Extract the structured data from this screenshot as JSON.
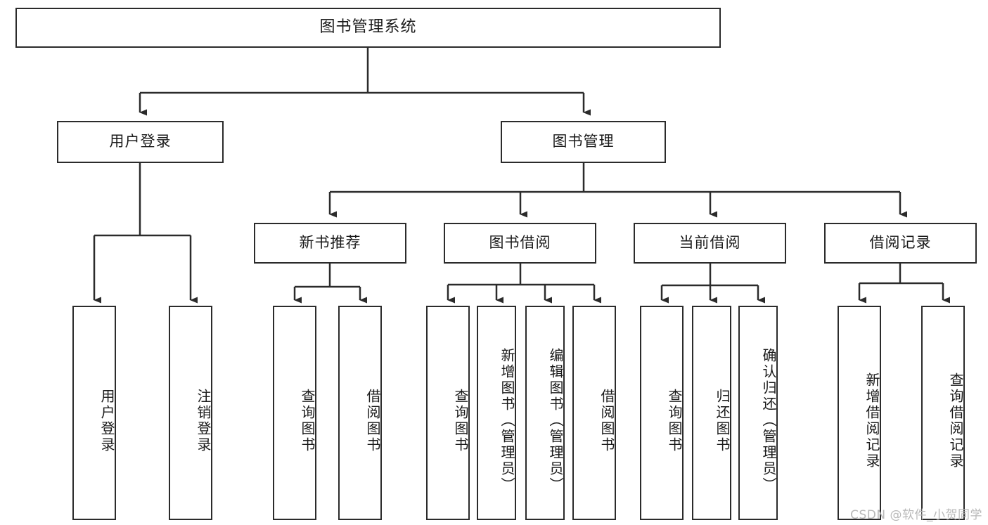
{
  "diagram": {
    "type": "tree",
    "title": "图书管理系统",
    "watermark": "CSDN @软件_小贺同学",
    "colors": {
      "border": "#2b2b2b",
      "background": "#ffffff",
      "text": "#1a1a1a",
      "watermark": "#b9b9b9"
    },
    "nodes": {
      "root": {
        "label": "图书管理系统"
      },
      "level2": [
        {
          "label": "用户登录"
        },
        {
          "label": "图书管理"
        }
      ],
      "level3": [
        {
          "label": "新书推荐"
        },
        {
          "label": "图书借阅"
        },
        {
          "label": "当前借阅"
        },
        {
          "label": "借阅记录"
        }
      ],
      "leaves": {
        "user_login": [
          {
            "label": "用户登录"
          },
          {
            "label": "注销登录"
          }
        ],
        "new_book": [
          {
            "label": "查询图书"
          },
          {
            "label": "借阅图书"
          }
        ],
        "borrow_book": [
          {
            "label": "查询图书"
          },
          {
            "label": "新增图书（管理员）"
          },
          {
            "label": "编辑图书（管理员）"
          },
          {
            "label": "借阅图书"
          }
        ],
        "current_borrow": [
          {
            "label": "查询图书"
          },
          {
            "label": "归还图书"
          },
          {
            "label": "确认归还（管理员）"
          }
        ],
        "borrow_record": [
          {
            "label": "新增借阅记录"
          },
          {
            "label": "查询借阅记录"
          }
        ]
      }
    }
  }
}
